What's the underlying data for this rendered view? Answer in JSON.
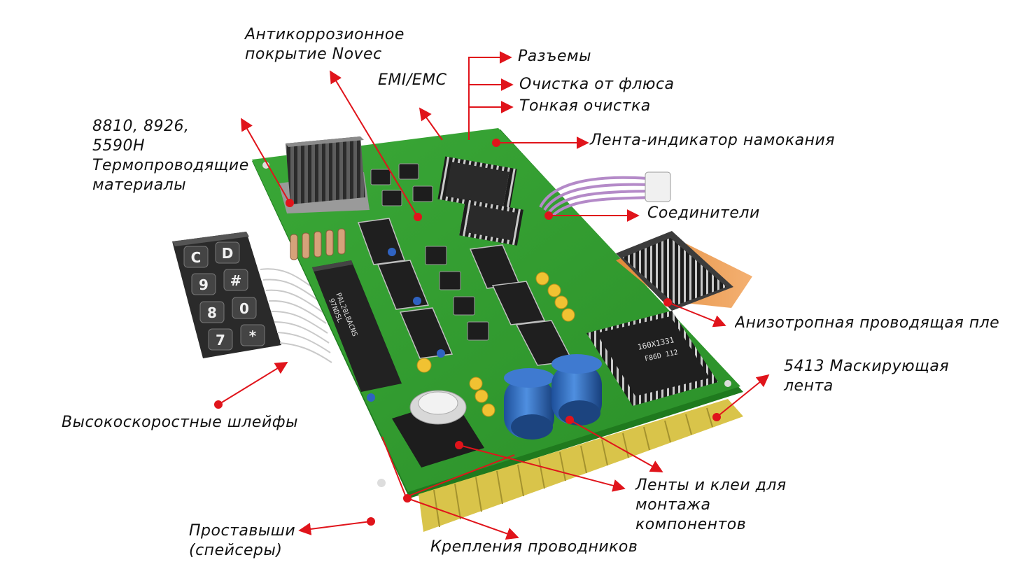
{
  "colors": {
    "arrow": "#e0141b",
    "board": "#2f9a2c",
    "board_edge": "#1f7a1e",
    "contacts": "#d9c44a",
    "chip": "#1d1d1d",
    "label_text": "#111111",
    "background": "#ffffff"
  },
  "labels": {
    "novec": [
      "Антикоррозионное",
      "покрытие Novec"
    ],
    "emi": "EMI/EMC",
    "connectors_branch": [
      "Разъемы",
      "Очистка от флюса",
      "Тонкая очистка"
    ],
    "moisture": "Лента-индикатор намокания",
    "thermal": [
      "8810, 8926,",
      "5590H",
      "Термопроводящие",
      "материалы"
    ],
    "connectors": "Соединители",
    "aniso": "Анизотропная проводящая пле",
    "masking": [
      "5413 Маскирующая",
      "лента"
    ],
    "cables": "Высокоскоростные шлейфы",
    "tapes": [
      "Ленты и клеи для",
      "монтажа",
      "компонентов"
    ],
    "spacers": [
      "Проставыши",
      "(спейсеры)"
    ],
    "fasteners": "Крепления проводников"
  },
  "keypad": {
    "keys": [
      "C",
      "D",
      "9",
      "#",
      "8",
      "0",
      "7",
      "*"
    ]
  },
  "chips": {
    "big": [
      "160X1331",
      "F86D 112"
    ],
    "dip": [
      "PAL20L8ACNS",
      "97NDSL"
    ]
  }
}
